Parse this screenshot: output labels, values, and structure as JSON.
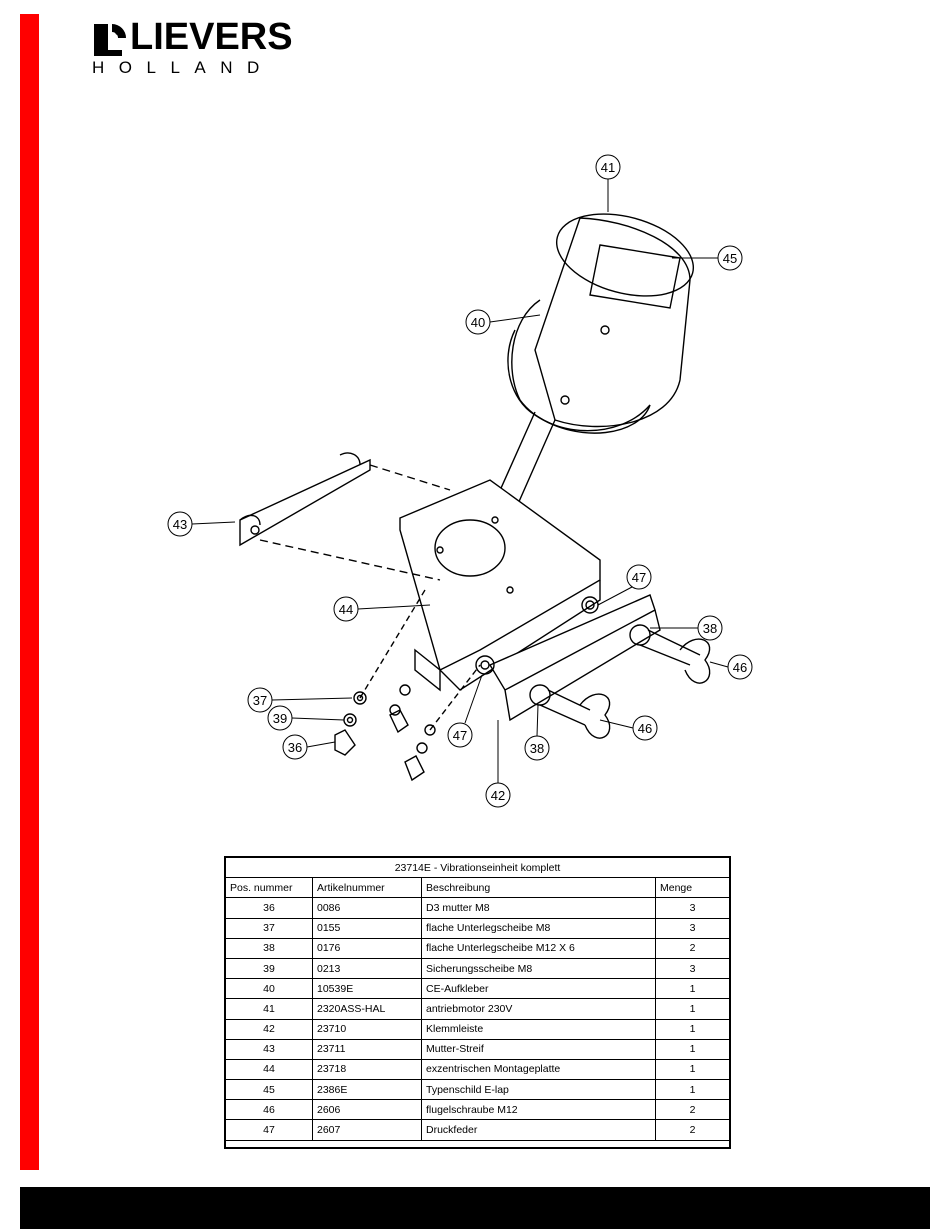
{
  "brand": {
    "name": "LIEVERS",
    "sub": "HOLLAND"
  },
  "callouts": [
    "41",
    "45",
    "40",
    "43",
    "44",
    "47",
    "38",
    "46",
    "37",
    "39",
    "36",
    "47",
    "38",
    "46",
    "42"
  ],
  "table": {
    "title": "23714E -  Vibrationseinheit  komplett",
    "headers": [
      "Pos. nummer",
      "Artikelnummer",
      "Beschreibung",
      "Menge"
    ],
    "rows": [
      [
        "36",
        "0086",
        "D3 mutter M8",
        "3"
      ],
      [
        "37",
        "0155",
        "flache Unterlegscheibe M8",
        "3"
      ],
      [
        "38",
        "0176",
        "flache Unterlegscheibe M12 X 6",
        "2"
      ],
      [
        "39",
        "0213",
        "Sicherungsscheibe M8",
        "3"
      ],
      [
        "40",
        "10539E",
        "CE-Aufkleber",
        "1"
      ],
      [
        "41",
        "2320ASS-HAL",
        "antriebmotor 230V",
        "1"
      ],
      [
        "42",
        "23710",
        "Klemmleiste",
        "1"
      ],
      [
        "43",
        "23711",
        "Mutter-Streif",
        "1"
      ],
      [
        "44",
        "23718",
        "exzentrischen Montageplatte",
        "1"
      ],
      [
        "45",
        "2386E",
        "Typenschild E-lap",
        "1"
      ],
      [
        "46",
        "2606",
        "flugelschraube M12",
        "2"
      ],
      [
        "47",
        "2607",
        "Druckfeder",
        "2"
      ]
    ]
  }
}
